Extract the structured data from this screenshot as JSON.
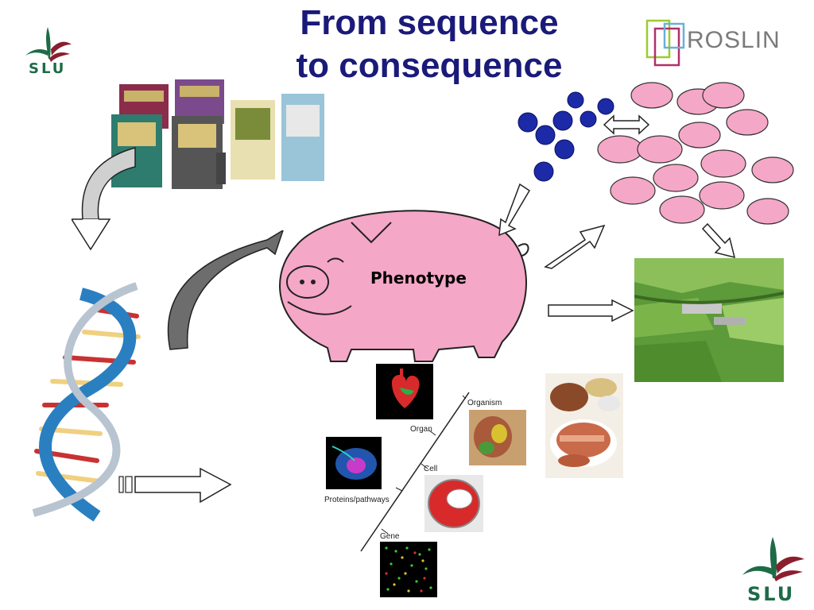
{
  "slide": {
    "title_line1": "From sequence",
    "title_line2": "to consequence"
  },
  "logos": {
    "slu_top_left": "SLU",
    "slu_bottom_right": "SLU",
    "roslin": "ROSLIN"
  },
  "central_pig": {
    "label": "Phenotype"
  },
  "biology_levels": {
    "labels": [
      "Organism",
      "Organ",
      "Cell",
      "Proteins/pathways",
      "Gene"
    ]
  },
  "colors": {
    "title": "#1a1a7a",
    "slu_green": "#1e6b47",
    "slu_red": "#8b1e2e",
    "pig_pink": "#f5a7c7",
    "dna_blue": "#2a7fc0",
    "virus_blue": "#1c2aa8"
  },
  "icons": [
    "slu-logo-icon",
    "roslin-logo-icon",
    "feed-bags-image",
    "virus-particles-icon",
    "pig-herd-image",
    "dna-helix-image",
    "farm-aerial-image",
    "roast-meat-image",
    "microarray-image",
    "cell-diagram-image",
    "heart-scan-image",
    "protein-cell-image",
    "organism-anatomy-image",
    "syringe-icon"
  ]
}
